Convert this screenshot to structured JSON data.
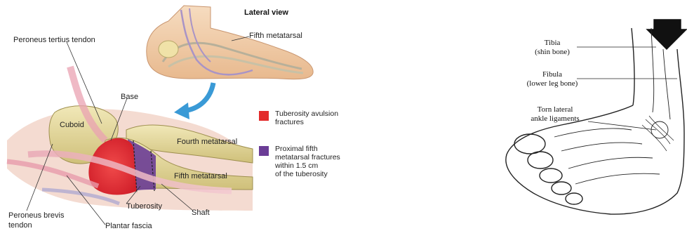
{
  "left_figure": {
    "title": "Lateral view",
    "labels": {
      "fifth_metatarsal_top": "Fifth metatarsal",
      "peroneus_tertius": "Peroneus tertius tendon",
      "base": "Base",
      "cuboid": "Cuboid",
      "fourth_metatarsal": "Fourth metatarsal",
      "fifth_metatarsal": "Fifth metatarsal",
      "tuberosity": "Tuberosity",
      "shaft": "Shaft",
      "peroneus_brevis_line1": "Peroneus brevis",
      "peroneus_brevis_line2": "tendon",
      "plantar_fascia": "Plantar fascia"
    },
    "legend": [
      {
        "color": "#e32b2b",
        "lines": [
          "Tuberosity avulsion",
          "fractures"
        ]
      },
      {
        "color": "#6b3d96",
        "lines": [
          "Proximal fifth",
          "metatarsal fractures",
          "within 1.5 cm",
          "of the tuberosity"
        ]
      }
    ]
  },
  "right_figure": {
    "labels": {
      "tibia_line1": "Tibia",
      "tibia_line2": "(shin bone)",
      "fibula_line1": "Fibula",
      "fibula_line2": "(lower leg bone)",
      "ligaments_line1": "Torn lateral",
      "ligaments_line2": "ankle ligaments"
    }
  }
}
